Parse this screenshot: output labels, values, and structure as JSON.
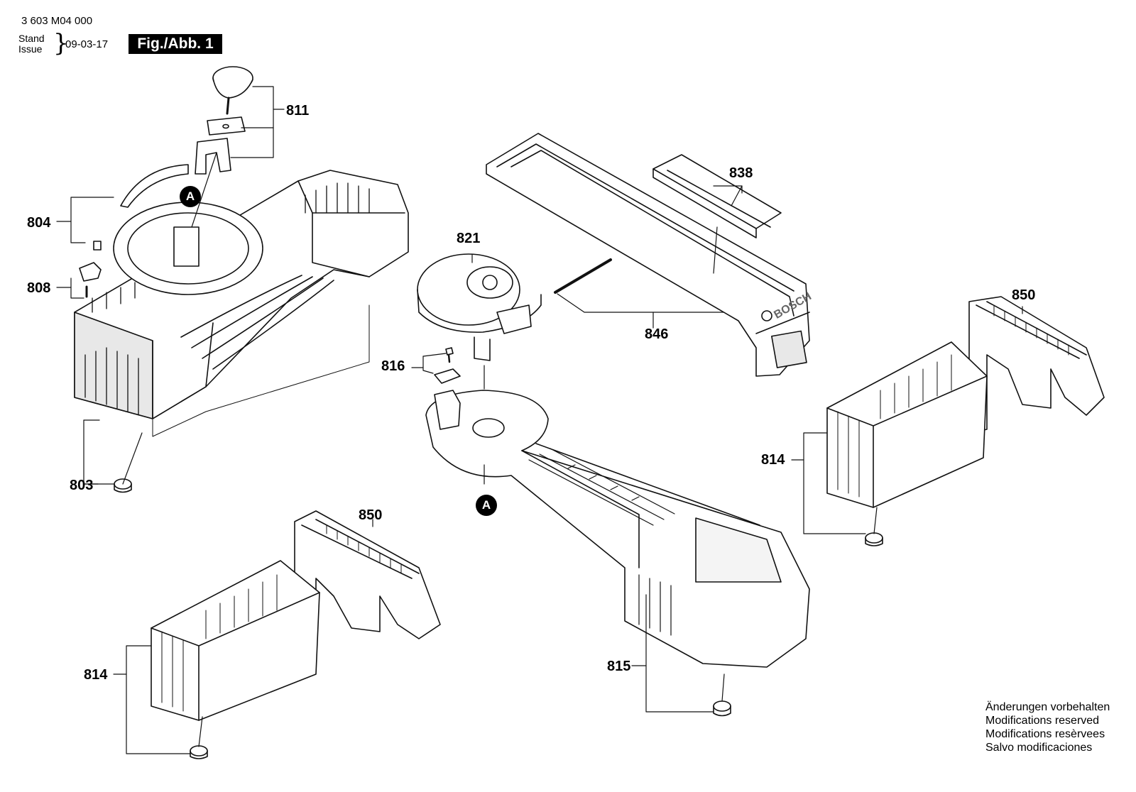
{
  "header": {
    "doc_number": "3 603 M04 000",
    "stand": "Stand",
    "issue": "Issue",
    "brace": "}",
    "date": "09-03-17",
    "figure": "Fig./Abb. 1"
  },
  "parts": {
    "p811": "811",
    "p804": "804",
    "p808": "808",
    "p803": "803",
    "p821": "821",
    "p816": "816",
    "p838": "838",
    "p846": "846",
    "p850_right": "850",
    "p814_right": "814",
    "p850_left": "850",
    "p814_left": "814",
    "p815": "815"
  },
  "markers": {
    "a_top": "A",
    "a_bottom": "A"
  },
  "notes": [
    "Änderungen vorbehalten",
    "Modifications reserved",
    "Modifications resèrvees",
    "Salvo modificaciones"
  ],
  "brand_text": "BOSCH"
}
